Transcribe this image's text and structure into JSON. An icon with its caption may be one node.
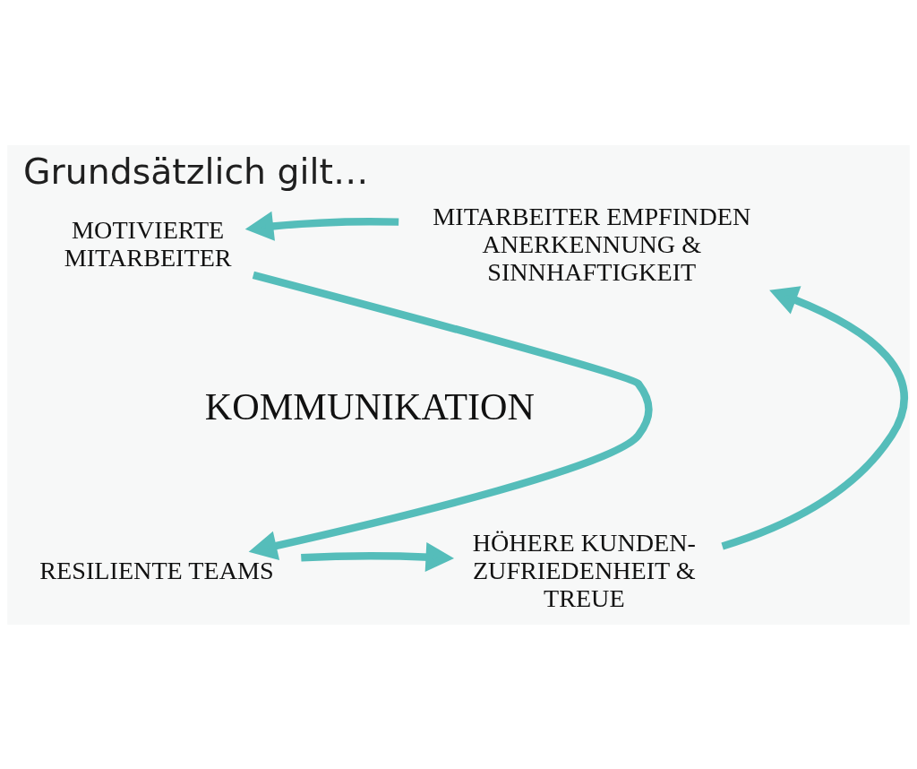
{
  "diagram": {
    "title": "Grundsätzlich gilt…",
    "nodes": [
      {
        "text": [
          "MOTIVIERTE MITARBEITER"
        ]
      },
      {
        "text": [
          "MITARBEITER EMPFINDEN ANERKENNUNG & SINNHAFTIGKEIT"
        ]
      },
      {
        "text": [
          "KOMMUNIKATION"
        ]
      },
      {
        "text": [
          "RESILIENTE TEAMS"
        ]
      },
      {
        "text": [
          "HÖHERE KUNDEN- ZUFRIEDENHEIT & TREUE"
        ]
      }
    ],
    "edges": [
      {
        "from": 1,
        "to": 0,
        "arrow": "to"
      },
      {
        "from": 0,
        "to": 3,
        "arrow": "to"
      },
      {
        "from": 3,
        "to": 4,
        "arrow": "to"
      },
      {
        "from": 4,
        "to": 1,
        "arrow": "to"
      }
    ]
  }
}
